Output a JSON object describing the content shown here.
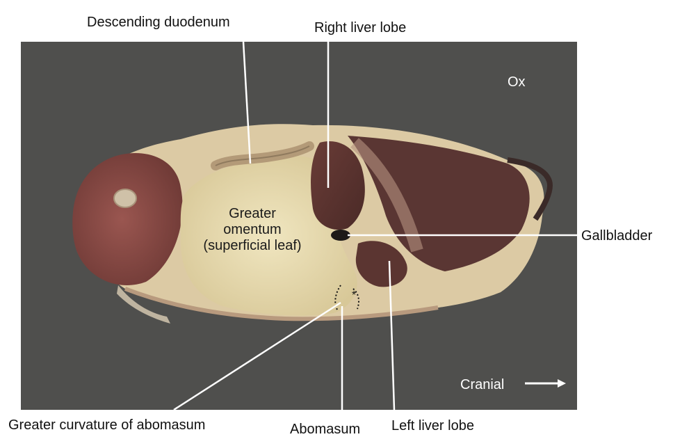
{
  "labels": {
    "descending_duodenum": "Descending duodenum",
    "right_liver_lobe": "Right liver lobe",
    "species": "Ox",
    "gallbladder": "Gallbladder",
    "omentum_line1": "Greater",
    "omentum_line2": "omentum",
    "omentum_line3": "(superficial leaf)",
    "cranial": "Cranial",
    "greater_curvature": "Greater curvature of abomasum",
    "abomasum": "Abomasum",
    "left_liver_lobe": "Left liver lobe",
    "asterisk": "*"
  },
  "colors": {
    "background": "#4f4f4d",
    "omentum": "#e8dcb0",
    "muscle": "#8a4a45",
    "liver": "#5e3530",
    "skin_edge": "#d9c6a8",
    "leader_line": "#ffffff"
  },
  "icons": {
    "cranial_arrow": "arrow-right-icon"
  }
}
